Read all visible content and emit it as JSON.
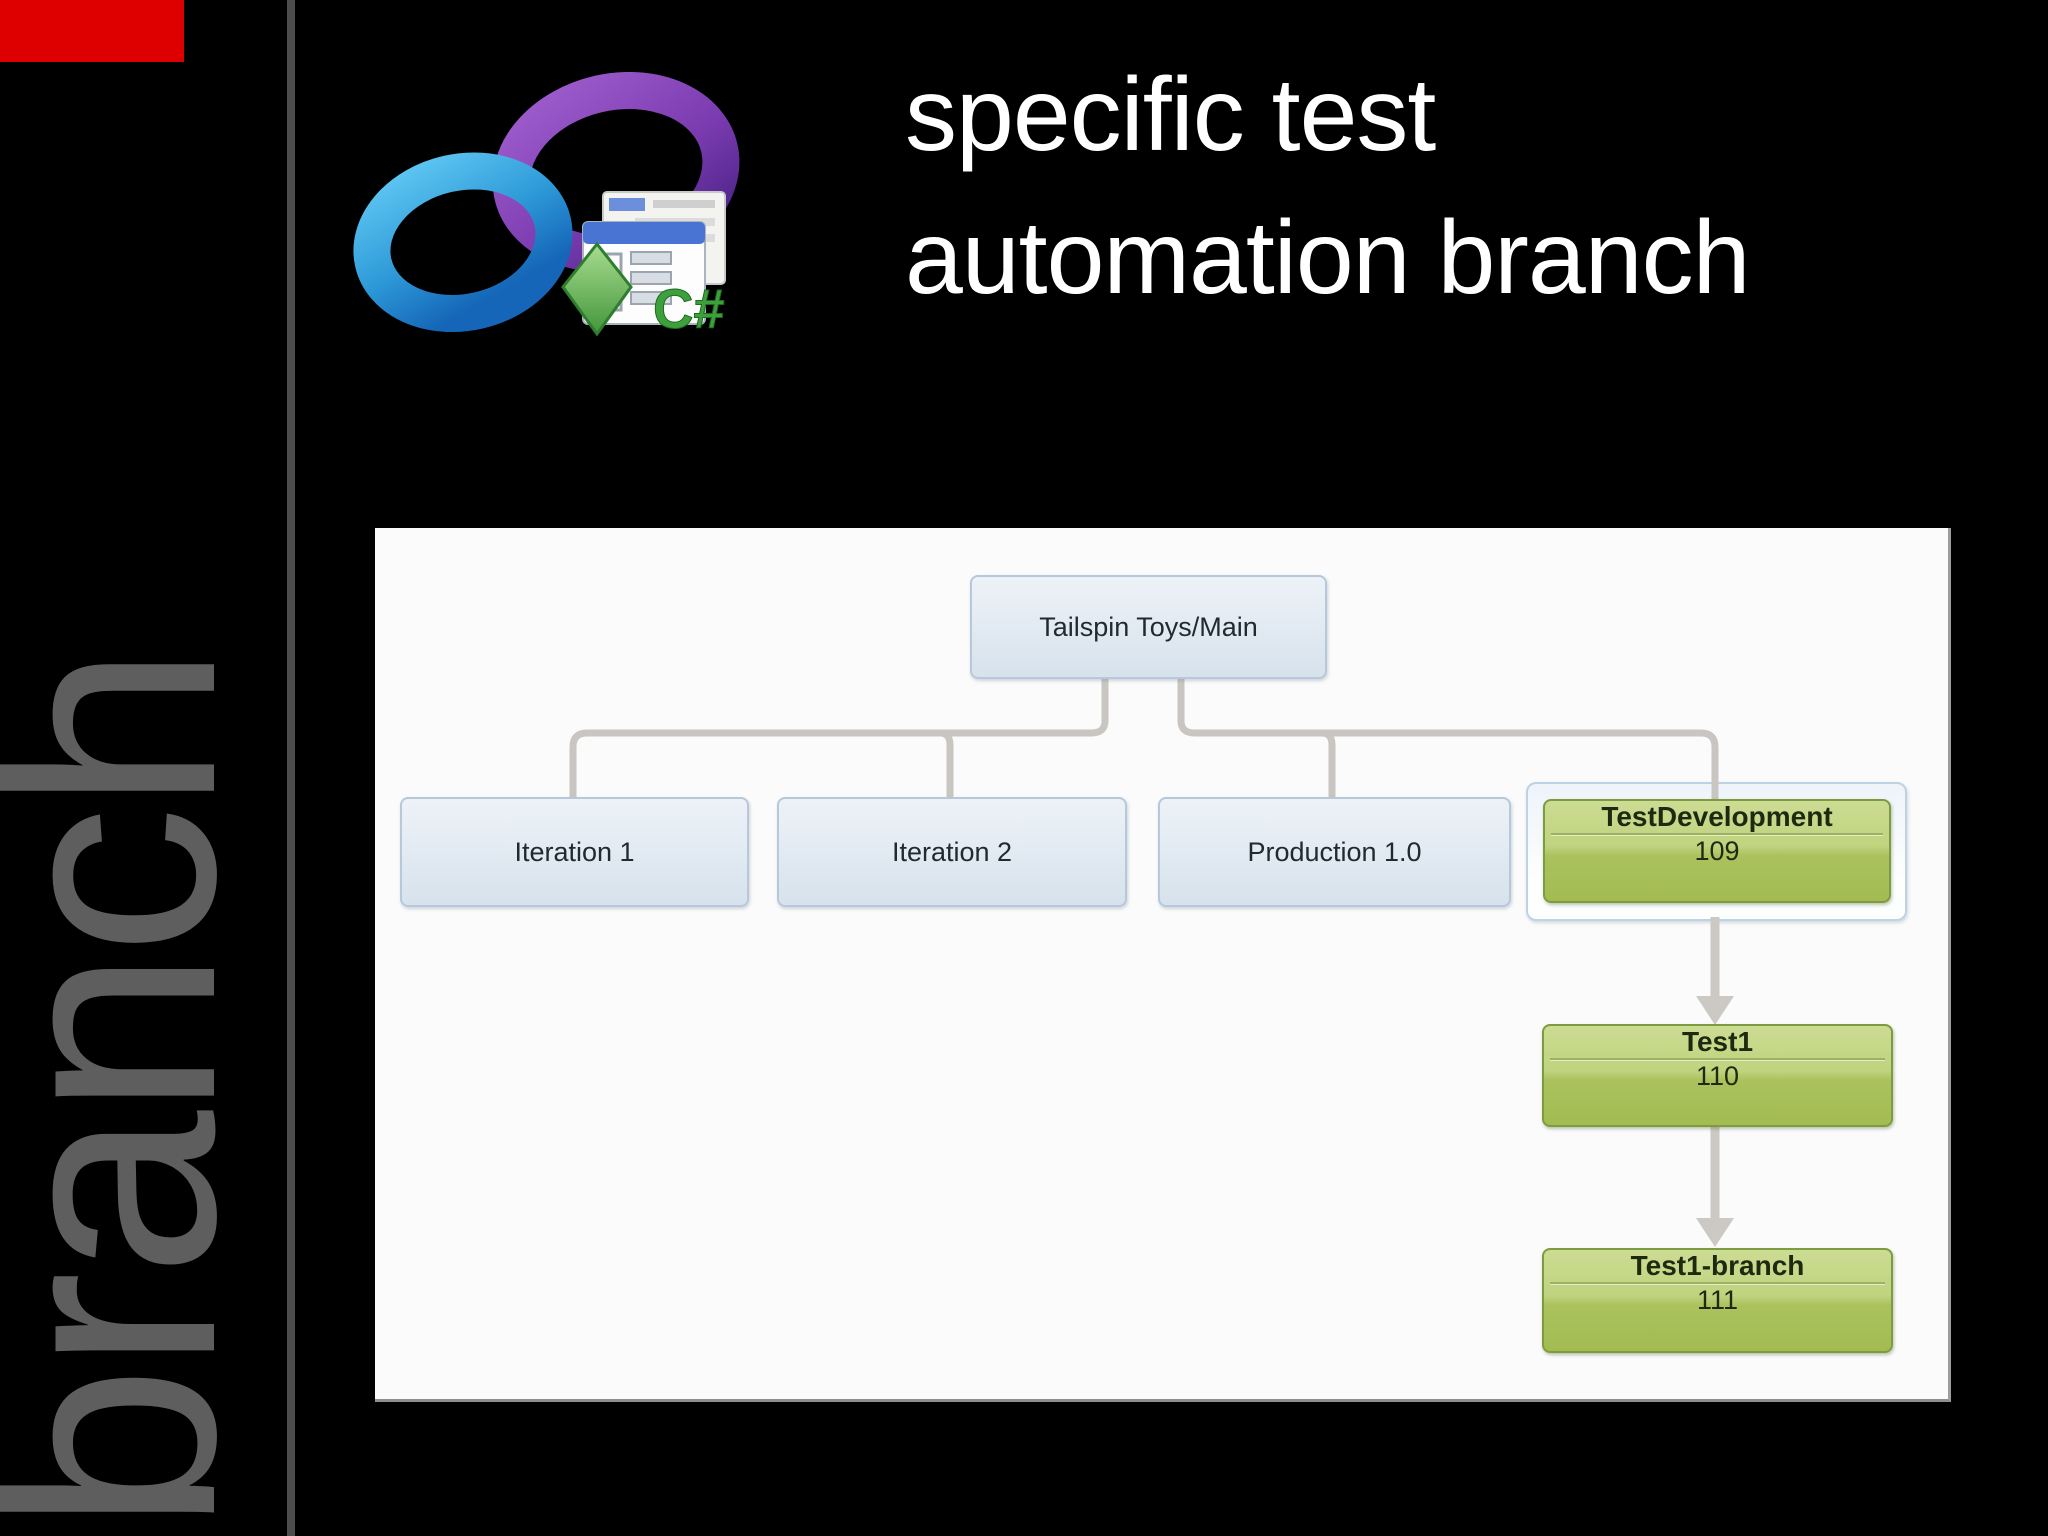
{
  "slide": {
    "title_lines": [
      "specific test",
      "automation branch"
    ],
    "side_label": "branch"
  },
  "logo": {
    "csharp": "C#"
  },
  "diagram": {
    "root": {
      "label": "Tailspin Toys/Main"
    },
    "level1": [
      {
        "label": "Iteration 1"
      },
      {
        "label": "Iteration 2"
      },
      {
        "label": "Production 1.0"
      },
      {
        "label": "TestDevelopment",
        "changeset": "109",
        "selected": true
      }
    ],
    "descendants": [
      {
        "label": "Test1",
        "changeset": "110"
      },
      {
        "label": "Test1-branch",
        "changeset": "111"
      }
    ]
  },
  "colors": {
    "background": "#000000",
    "accent_red": "#de0000",
    "side_rule_gray": "#4c4c4c",
    "side_text_gray": "#5e5e5e",
    "panel_bg": "#fbfbfb",
    "blue_node_fill": "#dde7f0",
    "blue_node_border": "#b6c8d9",
    "green_node_fill": "#b4ca6b",
    "green_node_border": "#7d9b41",
    "connector_gray": "#c9c5c0",
    "title_white": "#ffffff"
  }
}
